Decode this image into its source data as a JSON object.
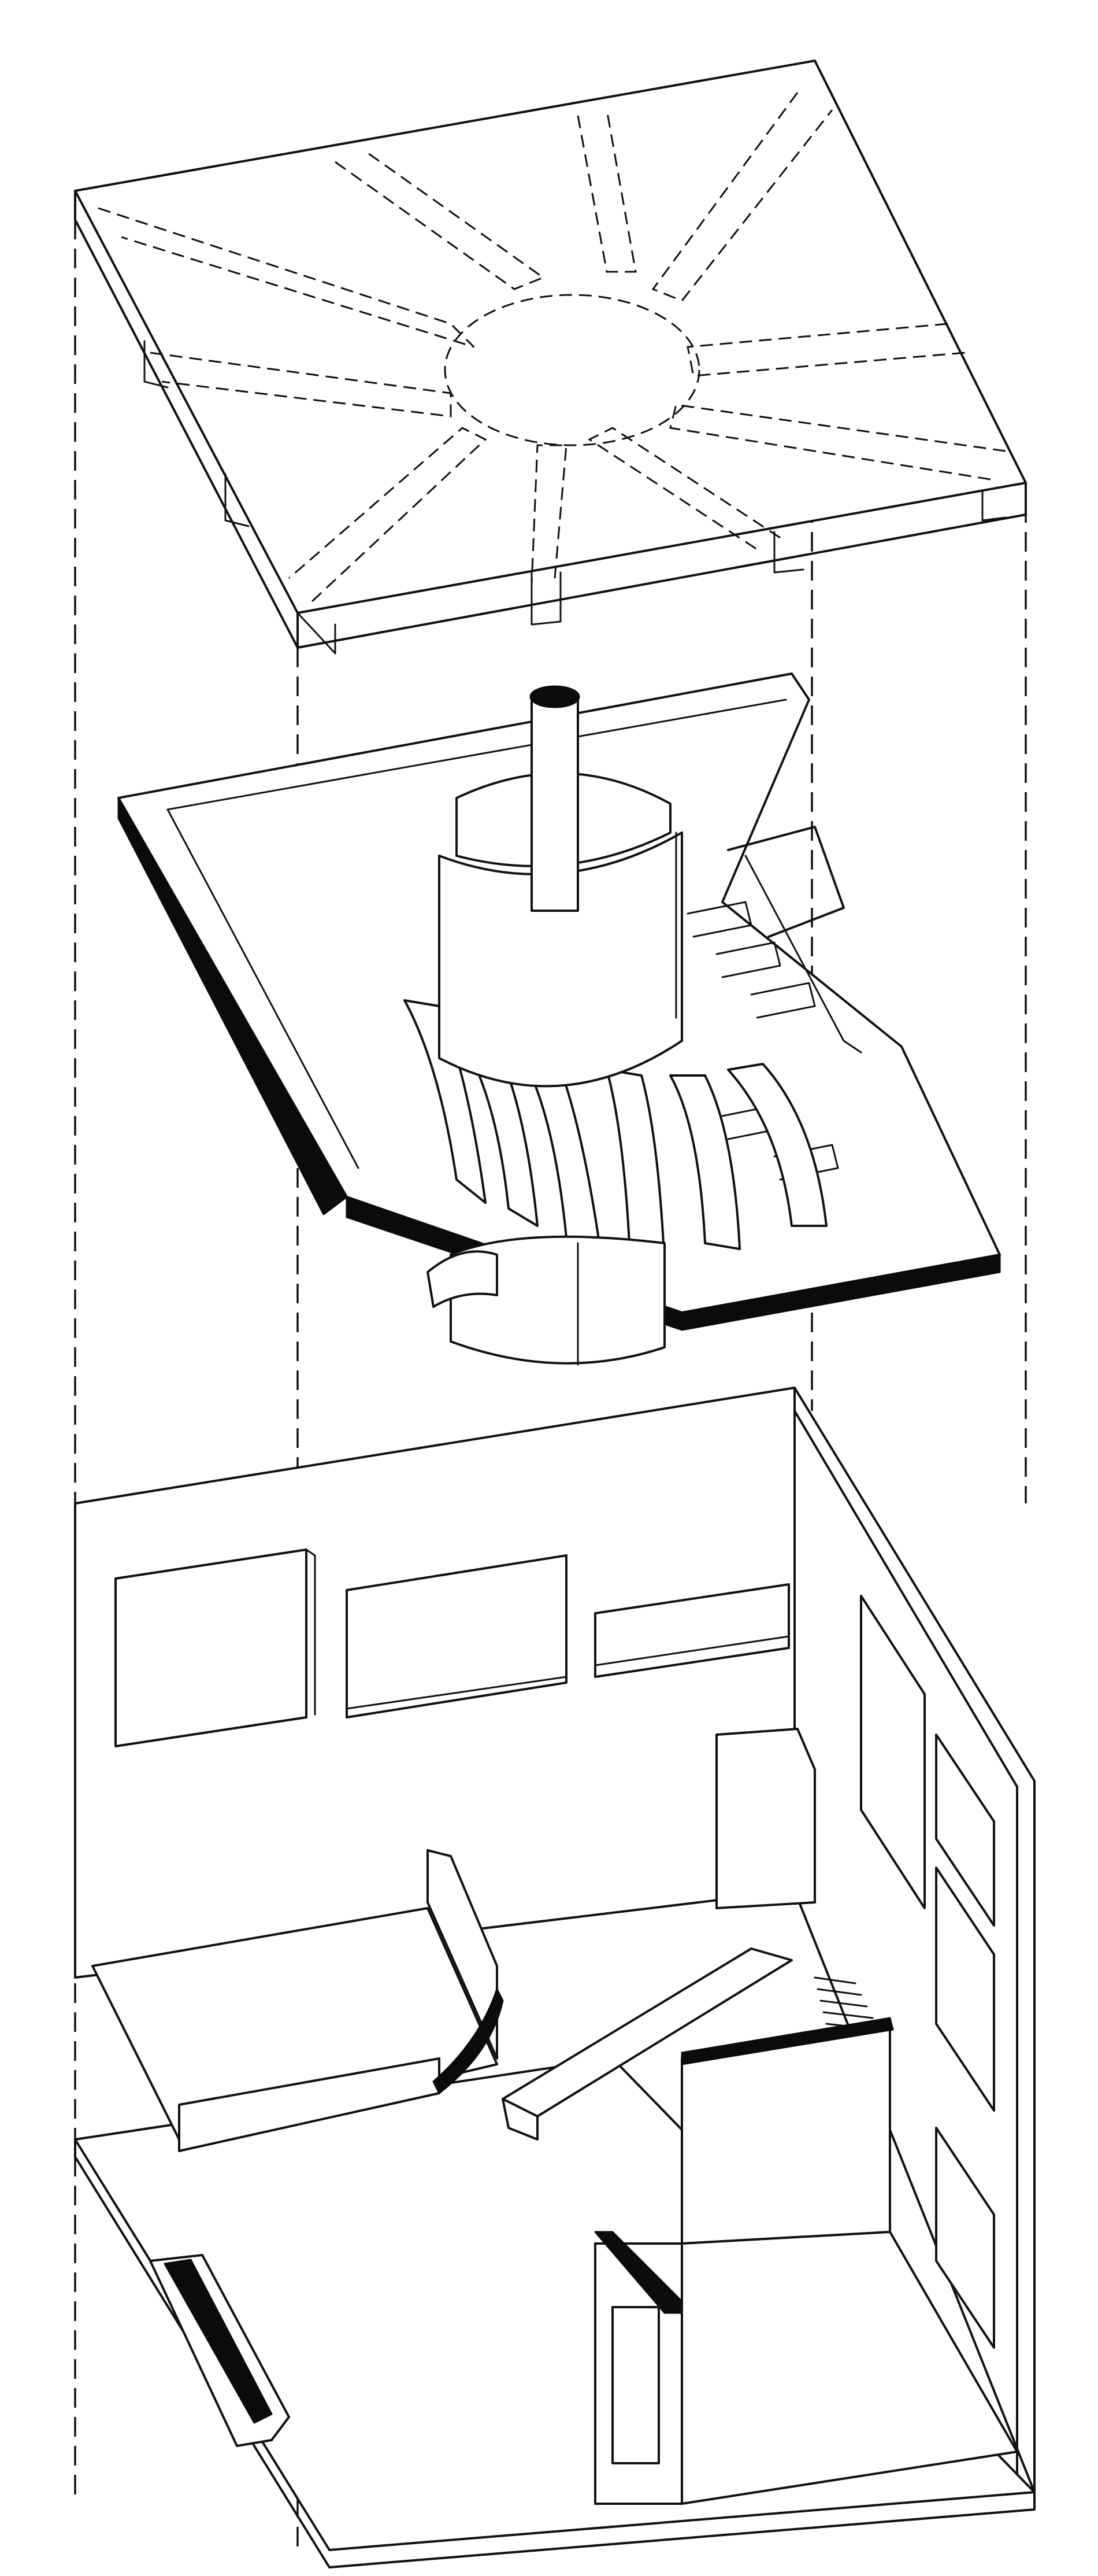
{
  "drawing": {
    "type": "exploded-axonometric",
    "background_color": "#ffffff",
    "ink_color": "#111111",
    "layers": [
      "roof-grid-plate",
      "spiral-ramp-floor",
      "ground-level-shell"
    ],
    "text": []
  }
}
